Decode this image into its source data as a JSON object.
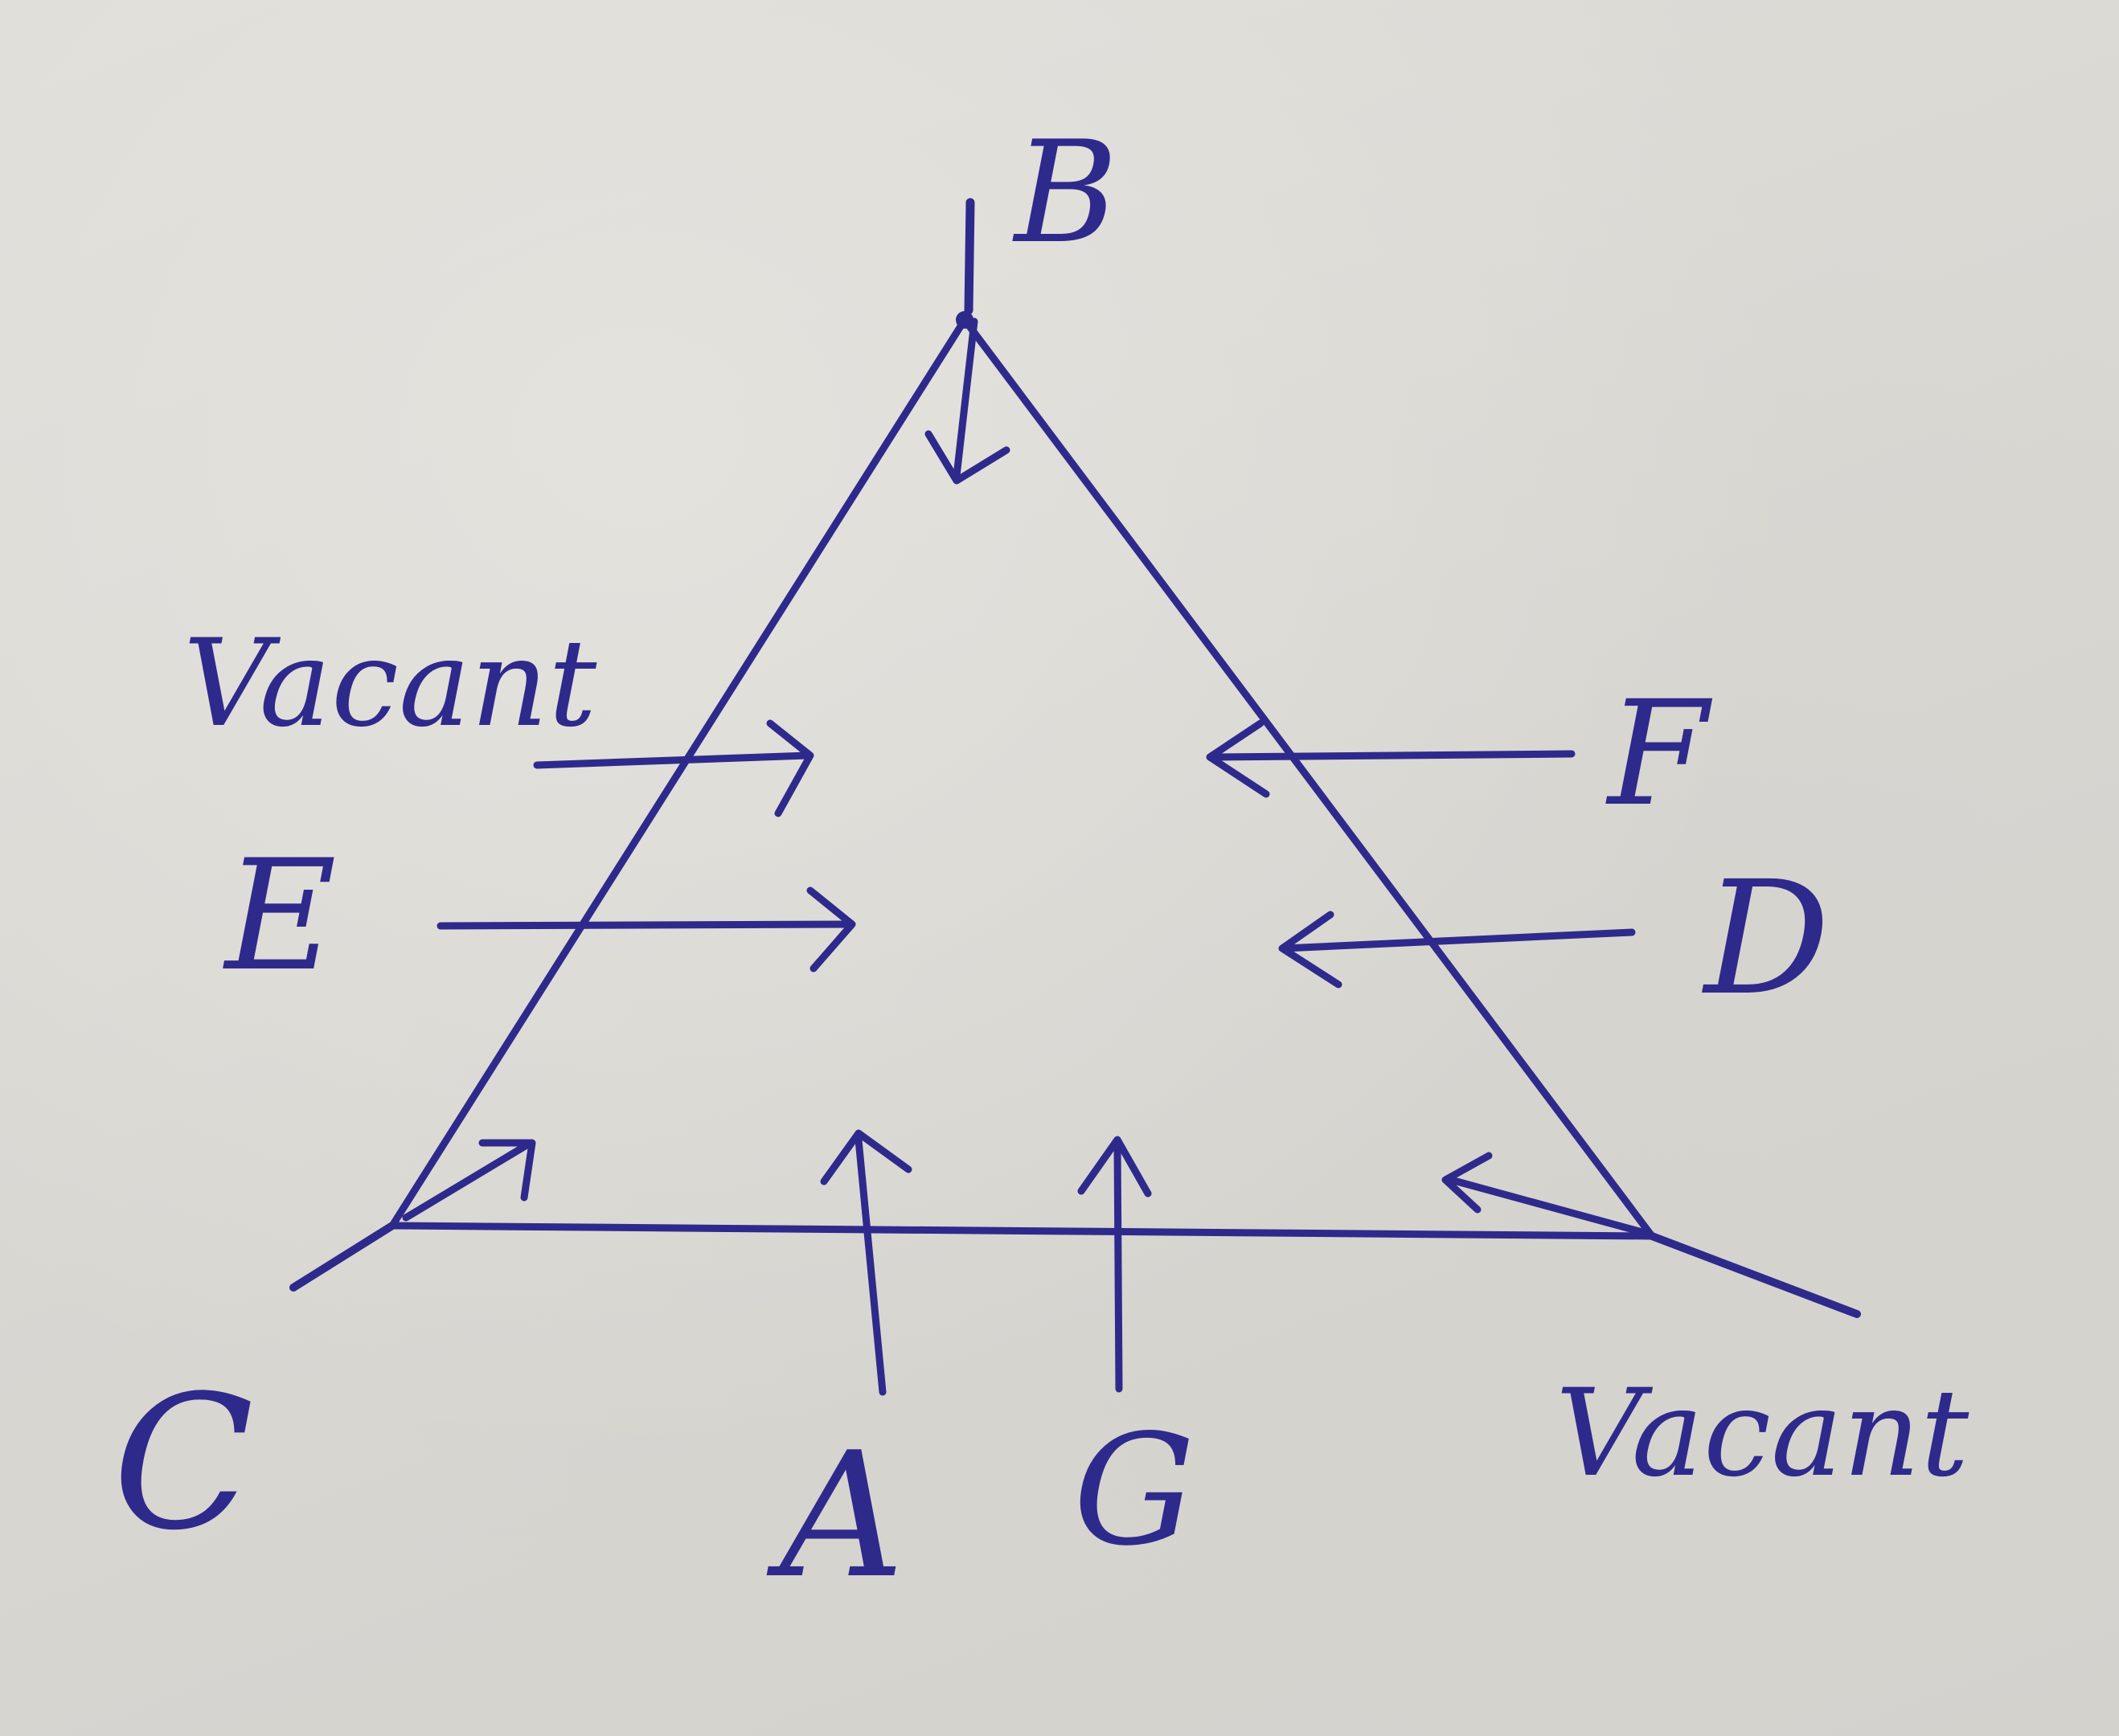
{
  "diagram": {
    "ink_color": "#2e2a8c",
    "paper_color": "#dddbd6",
    "labels": {
      "B": "B",
      "C": "C",
      "A": "A",
      "G": "G",
      "E": "E",
      "F": "F",
      "D": "D",
      "vacant_left": "Vacant",
      "vacant_right": "Vacant"
    }
  }
}
